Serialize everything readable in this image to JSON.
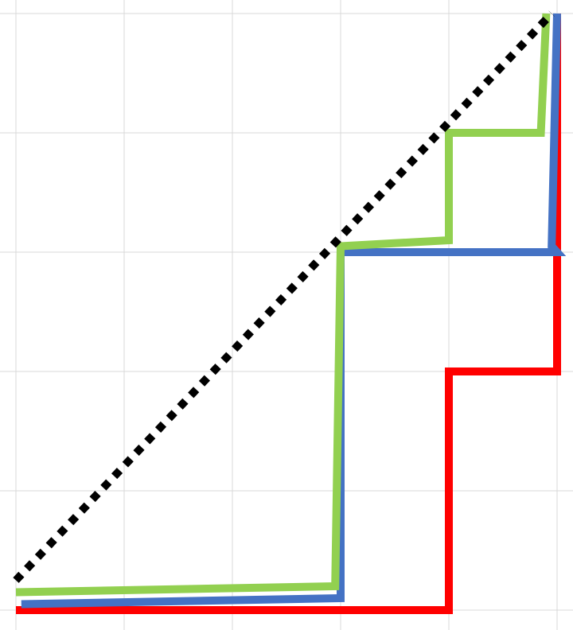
{
  "chart_data": {
    "type": "line",
    "title": "",
    "xlabel": "",
    "ylabel": "",
    "xlim": [
      0,
      5
    ],
    "ylim": [
      0,
      5
    ],
    "grid": true,
    "legend": "none",
    "x_gridlines": [
      0,
      1,
      2,
      3,
      4,
      5
    ],
    "y_gridlines": [
      0,
      1,
      2,
      3,
      4,
      5
    ],
    "series": [
      {
        "color": "#FF0000",
        "style": "solid",
        "points": [
          [
            0,
            0
          ],
          [
            4,
            0
          ],
          [
            4,
            0.05
          ],
          [
            4,
            2
          ],
          [
            5,
            2
          ],
          [
            5,
            5
          ]
        ]
      },
      {
        "color": "#4472C4",
        "style": "solid",
        "points": [
          [
            0.05,
            0.05
          ],
          [
            3,
            0.1
          ],
          [
            3,
            3
          ],
          [
            5,
            3
          ],
          [
            4.95,
            3.05
          ],
          [
            5,
            5
          ]
        ]
      },
      {
        "color": "#92D050",
        "style": "solid",
        "points": [
          [
            0,
            0.15
          ],
          [
            2.95,
            0.2
          ],
          [
            3,
            3.05
          ],
          [
            4,
            3.1
          ],
          [
            4,
            4
          ],
          [
            4.85,
            4
          ],
          [
            4.9,
            5
          ]
        ]
      },
      {
        "color": "#000000",
        "style": "dotted",
        "points": [
          [
            0,
            0.25
          ],
          [
            4.95,
            5
          ]
        ]
      }
    ]
  }
}
